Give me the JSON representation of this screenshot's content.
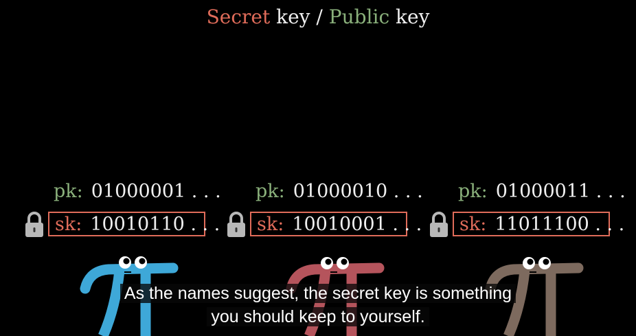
{
  "title": {
    "secret": "Secret",
    "key1": " key / ",
    "public": "Public",
    "key2": " key"
  },
  "keys": [
    {
      "pk_label": "pk:",
      "pk_value": "01000001 . . .",
      "sk_label": "sk:",
      "sk_value": "10010110 . . ."
    },
    {
      "pk_label": "pk:",
      "pk_value": "01000010 . . .",
      "sk_label": "sk:",
      "sk_value": "10010001 . . ."
    },
    {
      "pk_label": "pk:",
      "pk_value": "01000011 . . .",
      "sk_label": "sk:",
      "sk_value": "11011100 . . ."
    }
  ],
  "characters": [
    {
      "color": "#3ea8d8"
    },
    {
      "color": "#b5545c"
    },
    {
      "color": "#7d6a5e"
    }
  ],
  "colors": {
    "secret": "#e06c5a",
    "public": "#8ab07b",
    "lock": "#b8b8b8"
  },
  "icons": [
    "lock-icon"
  ],
  "subtitle": {
    "line1": "As the names suggest, the secret key is something",
    "line2": "you should keep to yourself."
  }
}
